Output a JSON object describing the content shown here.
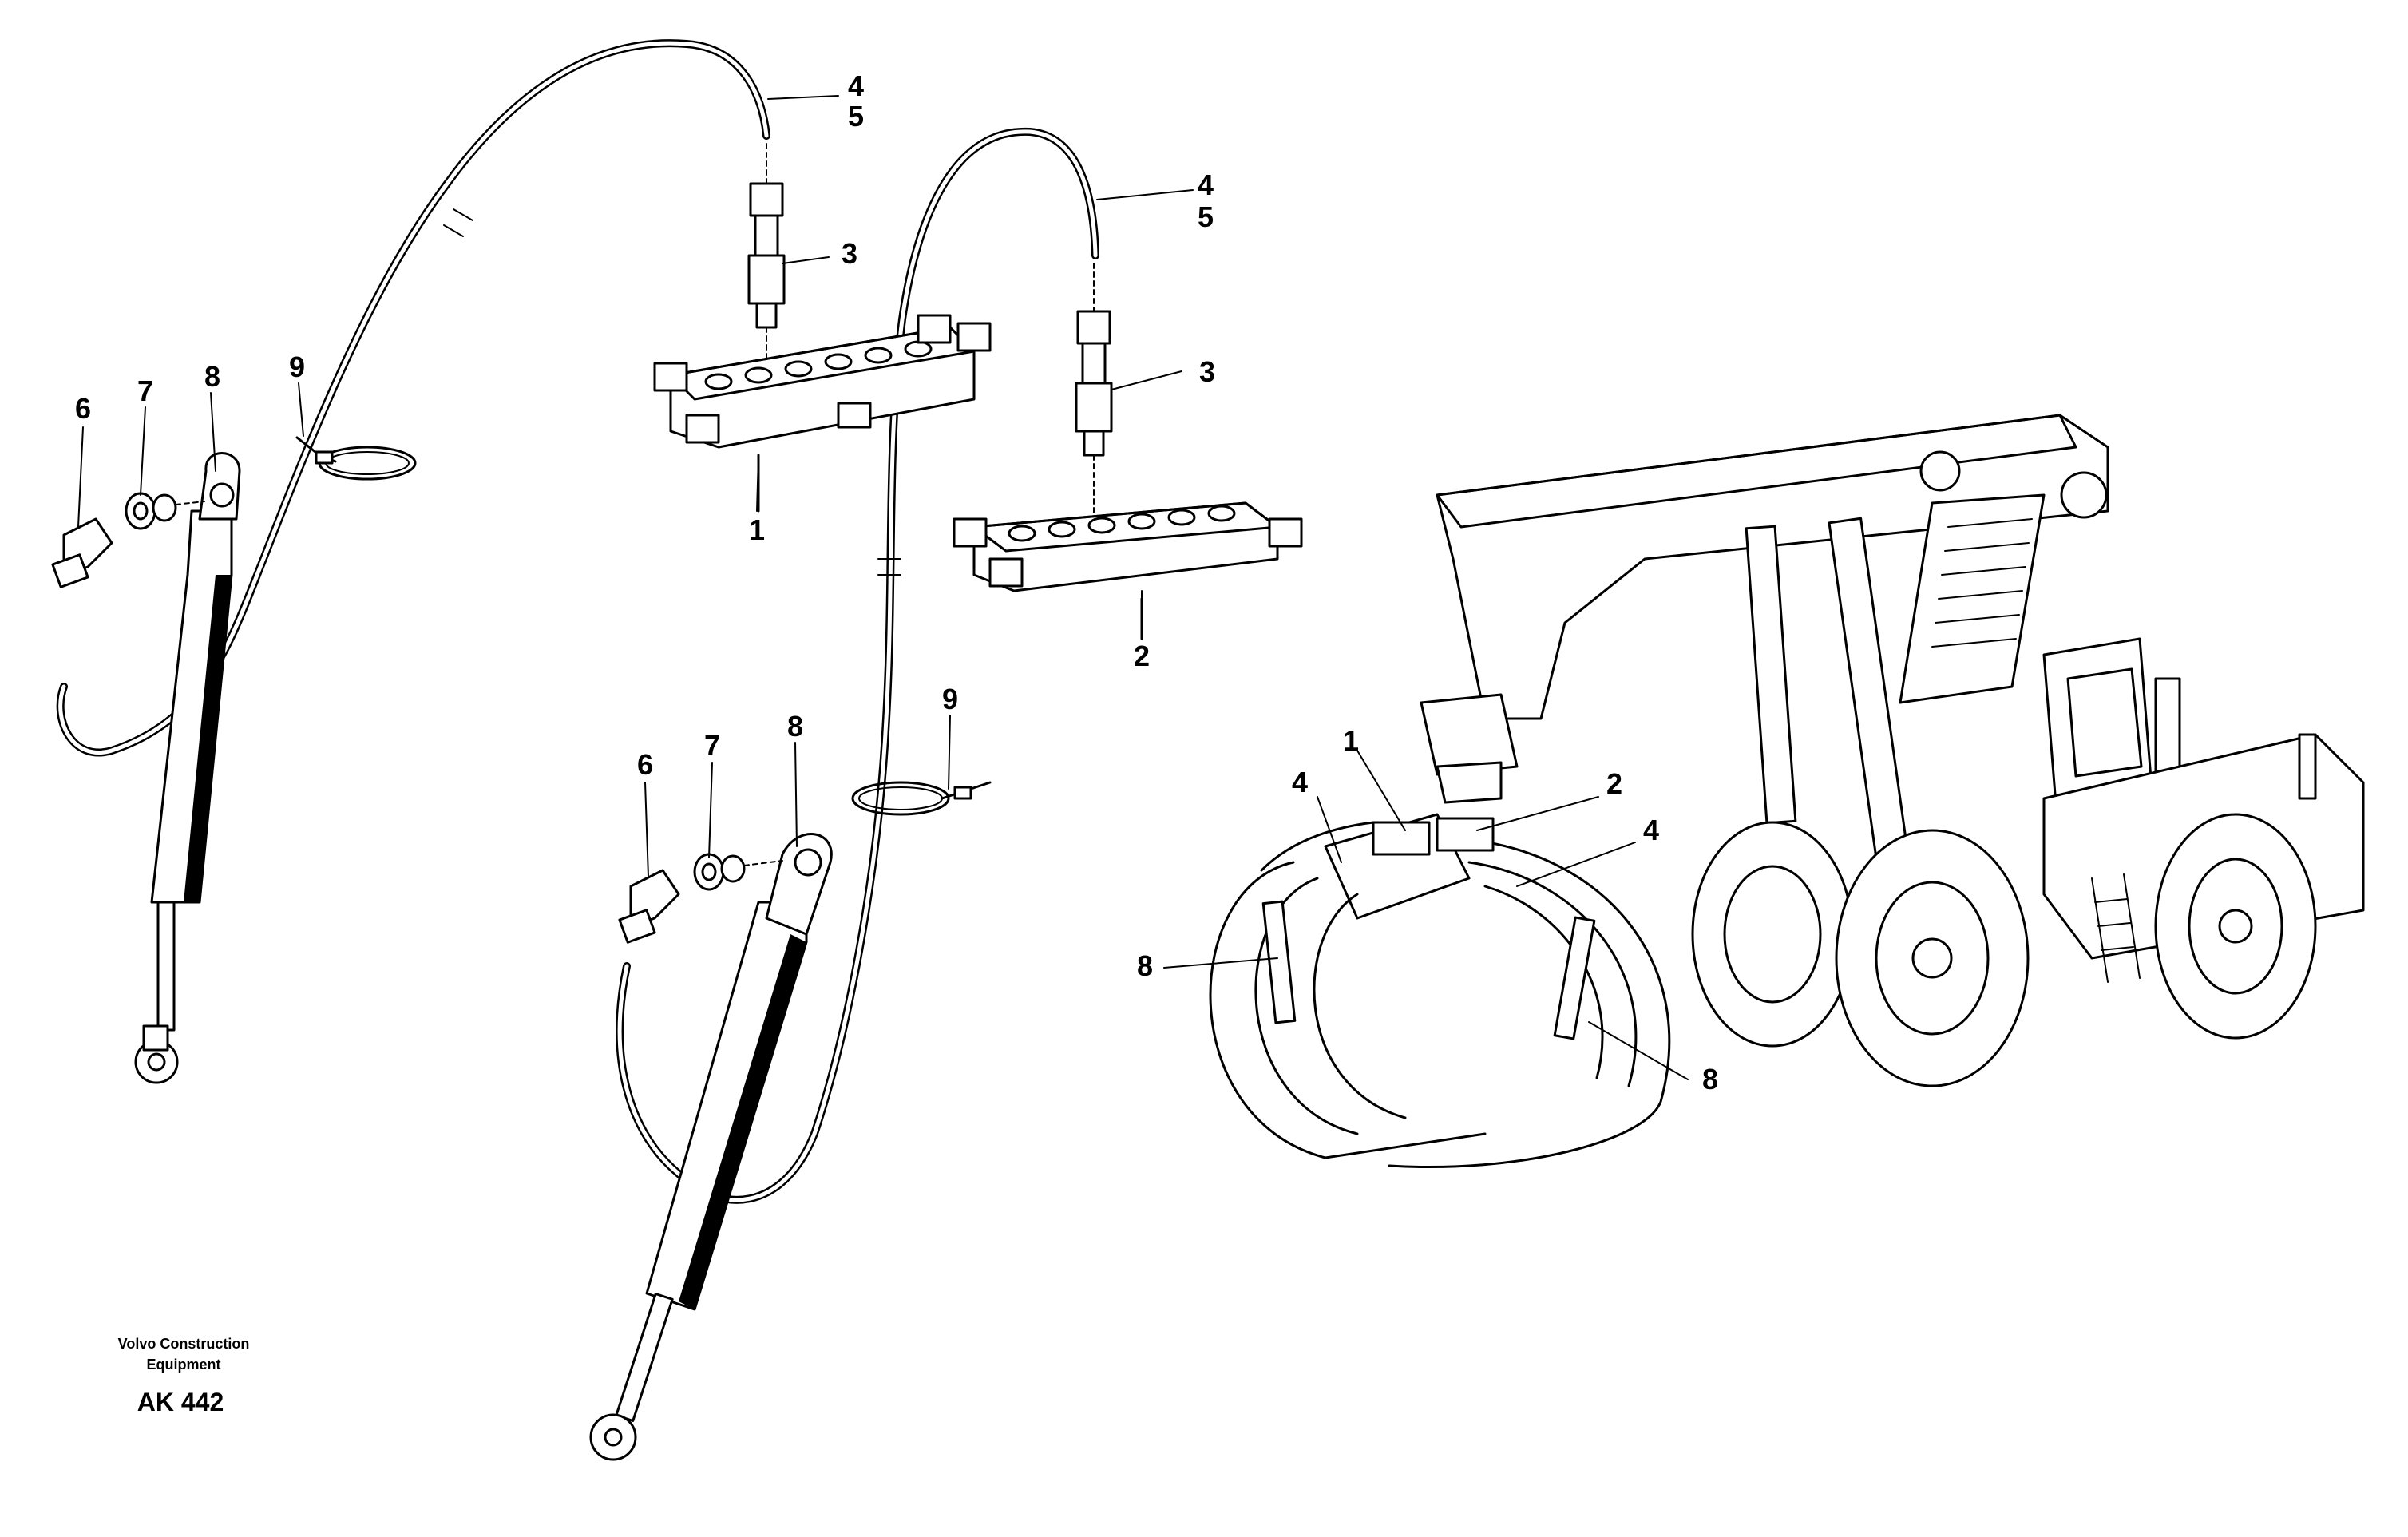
{
  "footer": {
    "company_line1": "Volvo Construction",
    "company_line2": "Equipment",
    "code": "AK 442"
  },
  "callouts": {
    "c1a": "1",
    "c2a": "2",
    "c3a": "3",
    "c3b": "3",
    "c4a": "4",
    "c5a": "5",
    "c4b": "4",
    "c5b": "5",
    "c6a": "6",
    "c7a": "7",
    "c8a": "8",
    "c9a": "9",
    "c9b": "9",
    "c6b": "6",
    "c7b": "7",
    "c8b": "8",
    "c1m": "1",
    "c2m": "2",
    "c4m1": "4",
    "c4m2": "4",
    "c8m1": "8",
    "c8m2": "8"
  },
  "colors": {
    "ink": "#000000",
    "paper": "#ffffff"
  }
}
